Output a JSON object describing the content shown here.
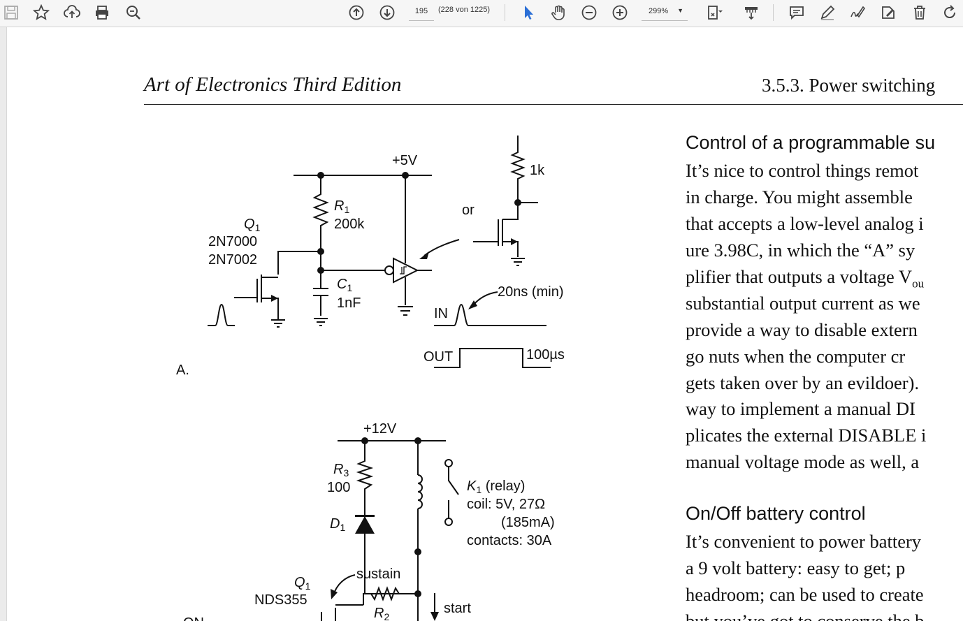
{
  "toolbar": {
    "page_current": "195",
    "page_count": "(228 von 1225)",
    "zoom": "299%",
    "icons": [
      "save-icon",
      "bookmark-star-icon",
      "upload-cloud-icon",
      "print-icon",
      "zoom-search-icon",
      "page-up-icon",
      "page-down-icon",
      "select-cursor-icon",
      "hand-icon",
      "zoom-out-icon",
      "zoom-in-icon",
      "fit-page-icon",
      "scroll-mode-icon",
      "comment-icon",
      "pen-icon",
      "sign-icon",
      "stamp-icon",
      "trash-icon",
      "rotate-icon"
    ]
  },
  "document": {
    "running_head_left": "Art of Electronics Third Edition",
    "running_head_right": "3.5.3.  Power switching",
    "heading1": "Control of a programmable su",
    "para1": [
      "It’s nice to control things remot",
      "in charge. You might assemble",
      "that accepts a low-level analog i",
      "ure 3.98C, in which the “A” sy",
      "plifier that outputs a voltage V",
      "substantial output current as we",
      "provide a way to disable extern",
      "go nuts when the computer cr",
      "gets taken over by an evildoer).",
      "way to implement a manual DI",
      "plicates the external DISABLE i",
      "manual voltage mode as well, a"
    ],
    "para1_sub": "ou",
    "heading2": "On/Off battery control",
    "para2": [
      "It’s convenient to power battery",
      "a 9 volt battery: easy to get; p",
      "headroom; can be used to create",
      "but you’ve got to conserve the b"
    ]
  },
  "circuit_labels": {
    "plus5v": "+5V",
    "one_k": "1k",
    "or": "or",
    "r1": "R",
    "r1_sub": "1",
    "r1_val": "200k",
    "q1": "Q",
    "q1_sub": "1",
    "q1_part1": "2N7000",
    "q1_part2": "2N7002",
    "c1": "C",
    "c1_sub": "1",
    "c1_val": "1nF",
    "pulse_min": "20ns (min)",
    "in": "IN",
    "out": "OUT",
    "out_dur": "100µs",
    "fig_a": "A.",
    "plus12v": "+12V",
    "r3": "R",
    "r3_sub": "3",
    "r3_val": "100",
    "d1": "D",
    "d1_sub": "1",
    "k1": "K",
    "k1_sub": "1",
    "k1_rest": " (relay)",
    "coil": "coil: 5V, 27Ω",
    "coil_i": "(185mA)",
    "contacts": "contacts: 30A",
    "sustain": "sustain",
    "q1b": "Q",
    "q1b_sub": "1",
    "nds": "NDS355",
    "r2": "R",
    "r2_sub": "2",
    "start": "start",
    "on": "ON"
  }
}
